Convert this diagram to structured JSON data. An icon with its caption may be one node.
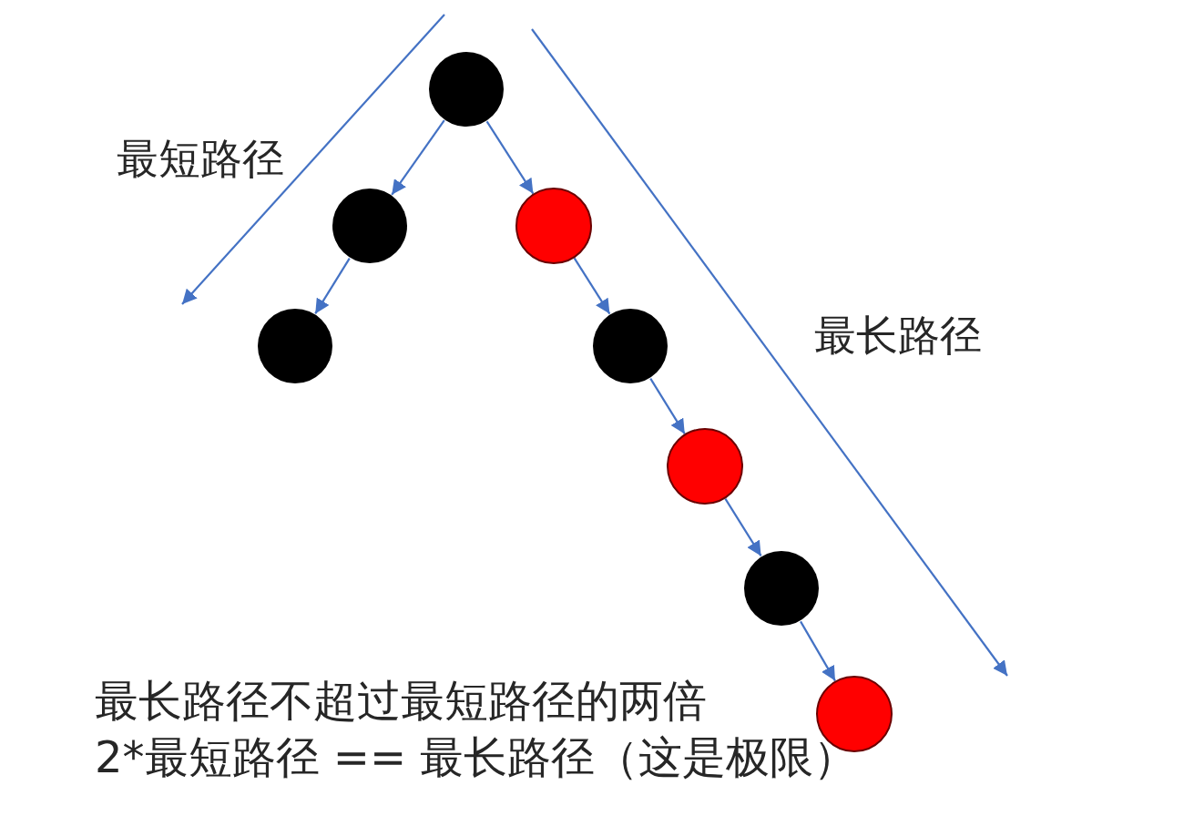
{
  "diagram": {
    "nodes": [
      {
        "text": [],
        "shape": "circle"
      },
      {
        "text": [],
        "shape": "circle"
      },
      {
        "text": [],
        "shape": "circle"
      },
      {
        "text": [],
        "shape": "circle"
      },
      {
        "text": [],
        "shape": "circle"
      },
      {
        "text": [],
        "shape": "circle"
      },
      {
        "text": [],
        "shape": "circle"
      },
      {
        "text": [],
        "shape": "circle"
      }
    ],
    "edges": [
      {
        "from": 0,
        "to": 1,
        "arrow": "to"
      },
      {
        "from": 0,
        "to": 2,
        "arrow": "to"
      },
      {
        "from": 1,
        "to": 3,
        "arrow": "to"
      },
      {
        "from": 2,
        "to": 4,
        "arrow": "to"
      },
      {
        "from": 4,
        "to": 5,
        "arrow": "to"
      },
      {
        "from": 5,
        "to": 6,
        "arrow": "to"
      },
      {
        "from": 6,
        "to": 7,
        "arrow": "to"
      }
    ],
    "labels": [
      "最短路径",
      "最长路径",
      "最长路径不超过最短路径的两倍",
      "2*最短路径 == 最长路径（这是极限）"
    ]
  }
}
